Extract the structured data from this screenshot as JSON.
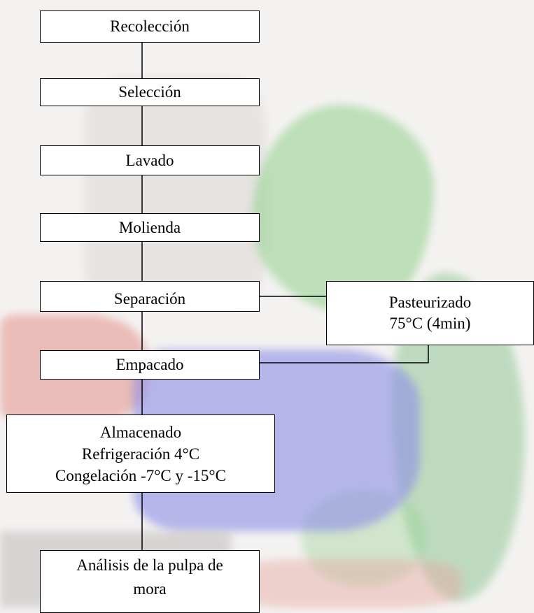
{
  "flowchart": {
    "steps": {
      "recoleccion": "Recolección",
      "seleccion": "Selección",
      "lavado": "Lavado",
      "molienda": "Molienda",
      "separacion": "Separación",
      "empacado": "Empacado"
    },
    "pasteurizado": {
      "line1": "Pasteurizado",
      "line2": "75°C (4min)"
    },
    "almacenado": {
      "line1": "Almacenado",
      "line2": "Refrigeración 4°C",
      "line3": "Congelación -7°C y -15°C"
    },
    "analisis": {
      "line1": "Análisis de la pulpa de",
      "line2": "mora"
    }
  }
}
